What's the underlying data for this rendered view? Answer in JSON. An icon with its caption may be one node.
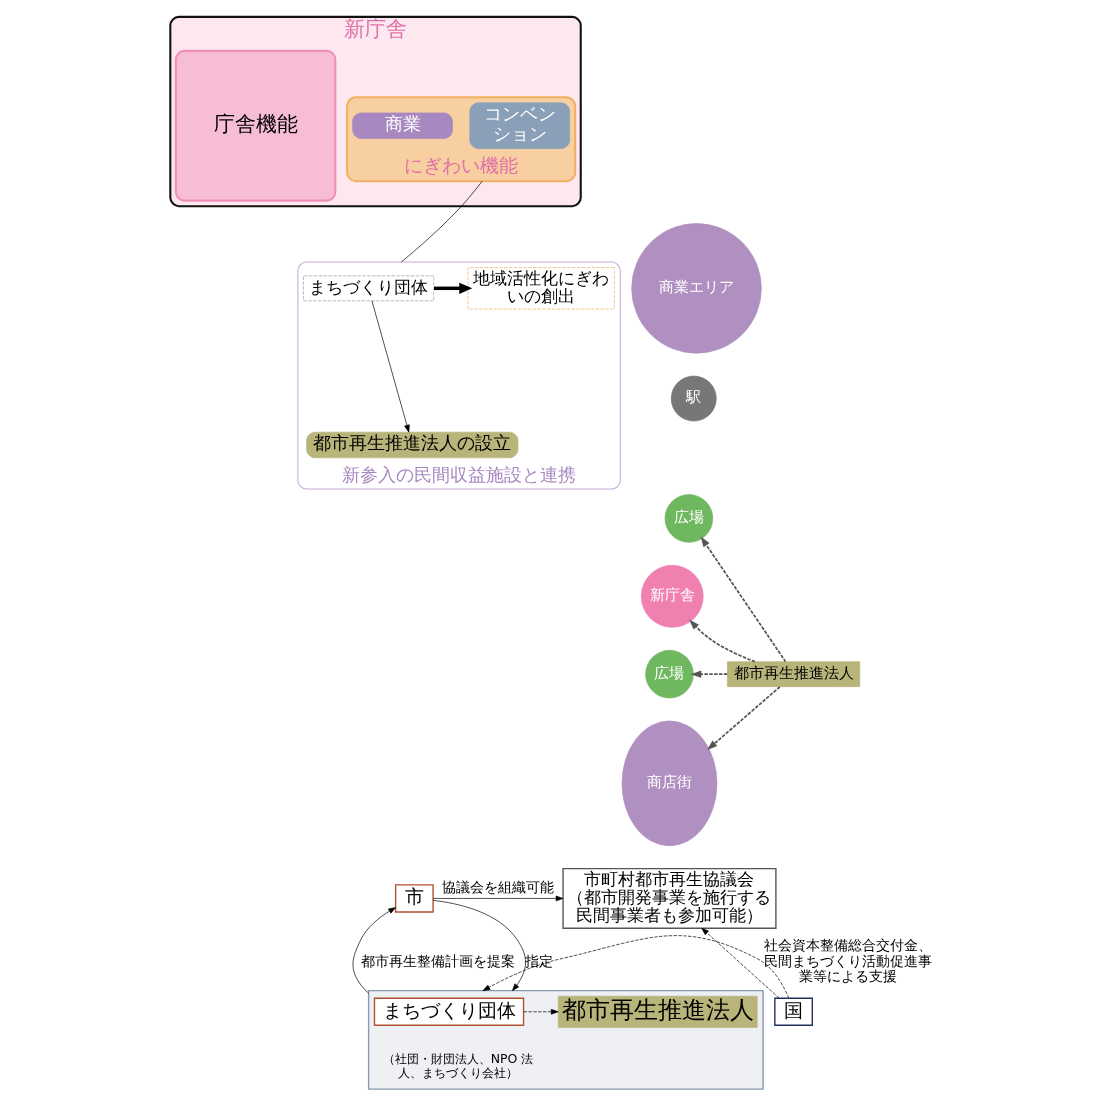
{
  "diagram": {
    "nodes": [
      {
        "text": [
          "新庁舎"
        ]
      },
      {
        "text": [
          "にぎわい機能"
        ],
        "in": 0
      },
      {
        "text": [
          "コンベンション"
        ],
        "in": 1
      },
      {
        "text": [
          "商業"
        ],
        "in": 1
      },
      {
        "text": [
          "庁舎機能"
        ],
        "in": 0
      },
      {
        "text": [
          "新参入の民間収益施設と連携"
        ]
      },
      {
        "text": [
          "まちづくり団体"
        ],
        "in": 5
      },
      {
        "text": [
          "地域活性化にぎわいの創出"
        ],
        "in": 5
      },
      {
        "text": [
          "都市再生推進法人の設立"
        ],
        "in": 5
      },
      {
        "text": [
          "商業エリア"
        ]
      },
      {
        "text": [
          "駅"
        ]
      },
      {
        "text": [
          "広場"
        ]
      },
      {
        "text": [
          "新庁舎"
        ]
      },
      {
        "text": [
          "広場"
        ]
      },
      {
        "text": [
          "商店街"
        ]
      },
      {
        "text": [
          "都市再生推進法人"
        ]
      },
      {
        "text": [
          "市"
        ]
      },
      {
        "text": [
          "市町村都市再生協議会",
          "（都市開発事業を施行する民間事業者も参加可能）"
        ]
      },
      {
        "text": [],
        "shape": "box"
      },
      {
        "text": [
          "まちづくり団体"
        ],
        "in": 18,
        "beside": [
          "（社団・財団法人、NPO 法人、まちづくり会社）"
        ]
      },
      {
        "text": [
          "都市再生推進法人"
        ],
        "in": 18
      },
      {
        "text": [
          "国"
        ]
      }
    ],
    "edges": [
      {
        "from": 1,
        "to": 5,
        "arrow": "none"
      },
      {
        "from": 6,
        "to": 7,
        "arrow": "to",
        "style": "thick"
      },
      {
        "from": 6,
        "to": 8,
        "arrow": "to"
      },
      {
        "from": 15,
        "to": 11,
        "arrow": "to",
        "style": "dashed",
        "color": "#555555"
      },
      {
        "from": 15,
        "to": 12,
        "arrow": "to",
        "style": "dashed",
        "color": "#555555"
      },
      {
        "from": 15,
        "to": 13,
        "arrow": "to",
        "style": "dashed",
        "color": "#555555"
      },
      {
        "from": 15,
        "to": 14,
        "arrow": "to",
        "style": "dashed",
        "color": "#555555"
      },
      {
        "from": 16,
        "to": 17,
        "arrow": "to",
        "label": "協議会を組織可能"
      },
      {
        "from": 18,
        "to": 16,
        "arrow": "to",
        "label": "都市再生整備計画を提案"
      },
      {
        "from": 16,
        "to": 18,
        "arrow": "to",
        "label": "指定"
      },
      {
        "from": 19,
        "to": 20,
        "arrow": "to",
        "style": "dashed"
      },
      {
        "from": 21,
        "to": 17,
        "arrow": "to",
        "style": "dashed",
        "label": "社会資本整備総合交付金、民間まちづくり活動促進事業等による支援"
      },
      {
        "from": 21,
        "to": 18,
        "arrow": "to",
        "style": "dashed"
      }
    ]
  }
}
